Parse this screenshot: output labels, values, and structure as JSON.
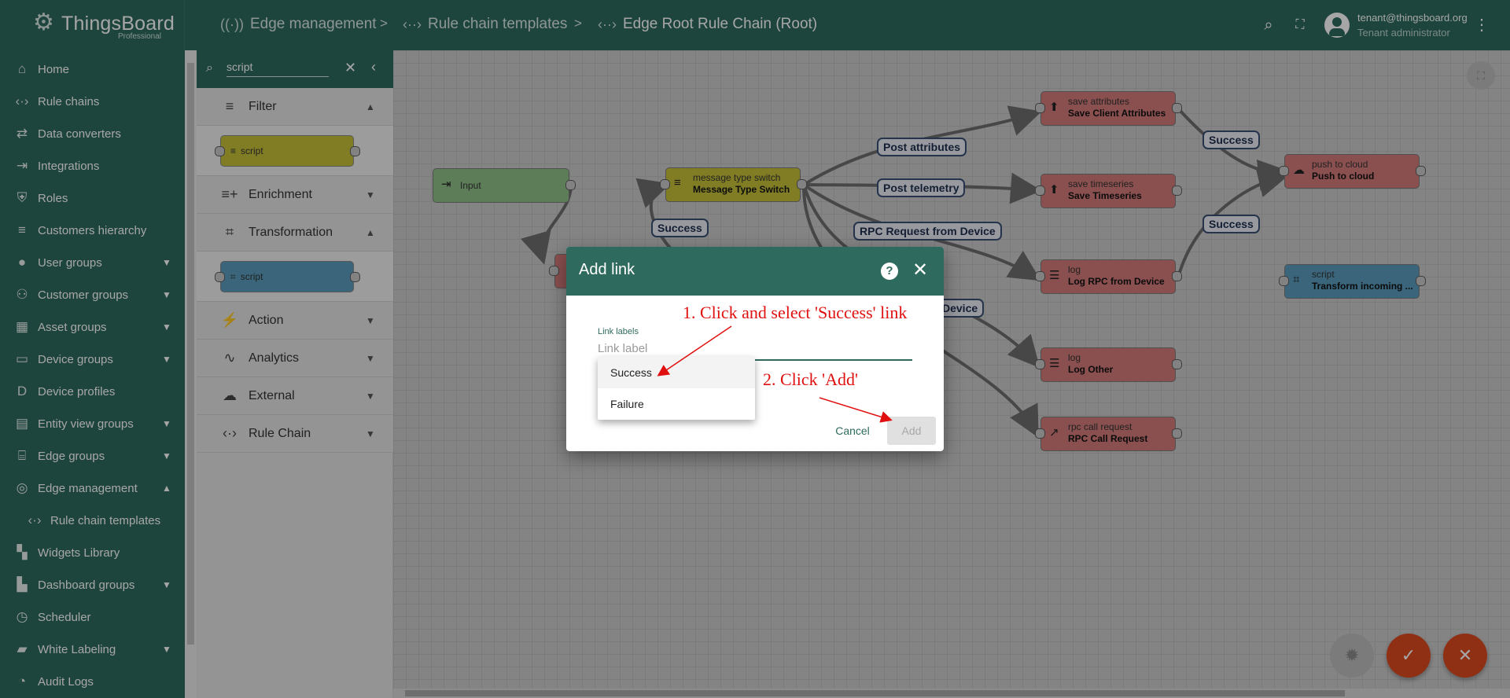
{
  "app": {
    "name": "ThingsBoard",
    "edition": "Professional"
  },
  "breadcrumbs": [
    {
      "label": "Edge management",
      "icon": "edge-icon"
    },
    {
      "label": "Rule chain templates",
      "icon": "code-arrows-icon"
    },
    {
      "label": "Edge Root Rule Chain (Root)",
      "icon": "code-arrows-icon"
    }
  ],
  "breadcrumb_separator": ">",
  "user": {
    "email": "tenant@thingsboard.org",
    "role": "Tenant administrator"
  },
  "sidebar": {
    "items": [
      {
        "label": "Home",
        "icon": "home-icon",
        "chevron": ""
      },
      {
        "label": "Rule chains",
        "icon": "code-arrows-icon",
        "chevron": ""
      },
      {
        "label": "Data converters",
        "icon": "converter-icon",
        "chevron": ""
      },
      {
        "label": "Integrations",
        "icon": "integration-icon",
        "chevron": ""
      },
      {
        "label": "Roles",
        "icon": "shield-icon",
        "chevron": ""
      },
      {
        "label": "Customers hierarchy",
        "icon": "hierarchy-icon",
        "chevron": ""
      },
      {
        "label": "User groups",
        "icon": "account-icon",
        "chevron": "down"
      },
      {
        "label": "Customer groups",
        "icon": "people-icon",
        "chevron": "down"
      },
      {
        "label": "Asset groups",
        "icon": "building-icon",
        "chevron": "down"
      },
      {
        "label": "Device groups",
        "icon": "devices-icon",
        "chevron": "down"
      },
      {
        "label": "Device profiles",
        "icon": "profile-icon",
        "chevron": ""
      },
      {
        "label": "Entity view groups",
        "icon": "view-grid-icon",
        "chevron": "down"
      },
      {
        "label": "Edge groups",
        "icon": "router-icon",
        "chevron": "down"
      },
      {
        "label": "Edge management",
        "icon": "edge-icon",
        "chevron": "up"
      },
      {
        "label": "Rule chain templates",
        "icon": "code-arrows-icon",
        "chevron": "",
        "sub": true
      },
      {
        "label": "Widgets Library",
        "icon": "widgets-icon",
        "chevron": ""
      },
      {
        "label": "Dashboard groups",
        "icon": "dashboard-icon",
        "chevron": "down"
      },
      {
        "label": "Scheduler",
        "icon": "clock-icon",
        "chevron": ""
      },
      {
        "label": "White Labeling",
        "icon": "format-paint-icon",
        "chevron": "down"
      },
      {
        "label": "Audit Logs",
        "icon": "track-changes-icon",
        "chevron": ""
      }
    ]
  },
  "library": {
    "search_value": "script",
    "sections": [
      {
        "label": "Filter",
        "icon": "filter-icon",
        "chevron": "up",
        "node": {
          "label": "script",
          "color": "#c6c03a"
        }
      },
      {
        "label": "Enrichment",
        "icon": "enrichment-icon",
        "chevron": "down"
      },
      {
        "label": "Transformation",
        "icon": "transform-icon",
        "chevron": "up",
        "node": {
          "label": "script",
          "color": "#5a9bbd"
        }
      },
      {
        "label": "Action",
        "icon": "flash-icon",
        "chevron": "down"
      },
      {
        "label": "Analytics",
        "icon": "trend-icon",
        "chevron": "down"
      },
      {
        "label": "External",
        "icon": "cloud-upload-icon",
        "chevron": "down"
      },
      {
        "label": "Rule Chain",
        "icon": "code-arrows-icon",
        "chevron": "down"
      }
    ]
  },
  "canvas": {
    "nodes": {
      "input": {
        "type": "Input",
        "name": ""
      },
      "switch": {
        "type": "message type switch",
        "name": "Message Type Switch"
      },
      "save_attr": {
        "type": "save attributes",
        "name": "Save Client Attributes"
      },
      "save_ts": {
        "type": "save timeseries",
        "name": "Save Timeseries"
      },
      "log_rpc": {
        "type": "log",
        "name": "Log RPC from Device"
      },
      "log_other": {
        "type": "log",
        "name": "Log Other"
      },
      "rpc_call": {
        "type": "rpc call request",
        "name": "RPC Call Request"
      },
      "push_cloud": {
        "type": "push to cloud",
        "name": "Push to cloud"
      },
      "script_node": {
        "type": "script",
        "name": "Transform incoming ..."
      }
    },
    "link_labels": {
      "post_attributes": "Post attributes",
      "post_telemetry": "Post telemetry",
      "rpc_request": "RPC Request from Device",
      "success_a": "Success",
      "success_b": "Success",
      "success_c": "Success",
      "device": "Device"
    },
    "colors": {
      "input": "#8fc187",
      "filter": "#c6c03a",
      "action": "#d47a7a",
      "transform": "#5a9bbd"
    }
  },
  "dialog": {
    "title": "Add link",
    "field_label": "Link labels",
    "field_placeholder": "Link label",
    "options": [
      "Success",
      "Failure"
    ],
    "cancel_label": "Cancel",
    "add_label": "Add"
  },
  "annotations": {
    "step1": "1. Click and select 'Success' link",
    "step2": "2. Click 'Add'"
  },
  "fabs": {
    "debug_color": "#bdbdbd",
    "apply_color": "#dc4a1f",
    "cancel_color": "#dc4a1f"
  }
}
